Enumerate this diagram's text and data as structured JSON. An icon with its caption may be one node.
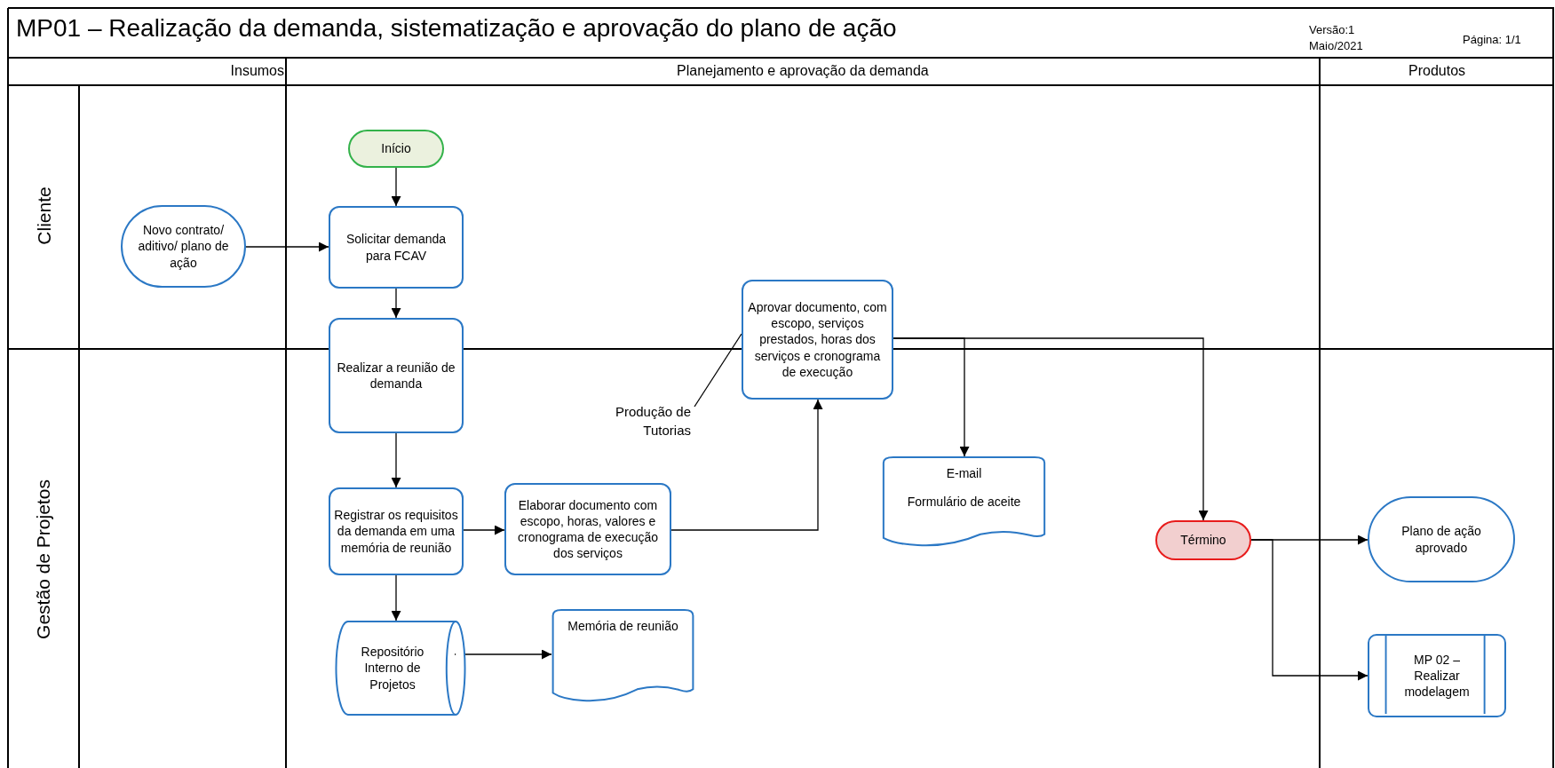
{
  "diagram": {
    "title": "MP01 – Realização da demanda, sistematização e aprovação do plano de ação",
    "nodes": [
      {
        "text": [
          "Início"
        ]
      },
      {
        "text": [
          "Novo contrato/ aditivo/ plano de ação"
        ]
      },
      {
        "text": [
          "Solicitar demanda para FCAV"
        ]
      },
      {
        "text": [
          "Realizar a reunião de demanda"
        ]
      },
      {
        "text": [
          "Aprovar documento, com escopo, serviços prestados, horas dos serviços e cronograma de execução"
        ]
      },
      {
        "text": [
          "Produção de Tutorias"
        ]
      },
      {
        "text": [
          "Registrar os requisitos da demanda em uma memória de reunião"
        ]
      },
      {
        "text": [
          "Elaborar documento com escopo, horas, valores e cronograma de execução dos serviços"
        ]
      },
      {
        "text": [
          "E-mail",
          "Formulário  de aceite"
        ]
      },
      {
        "text": [
          "Término"
        ]
      },
      {
        "text": [
          "Repositório Interno de Projetos"
        ]
      },
      {
        "text": [
          "Memória de reunião"
        ]
      },
      {
        "text": [
          "Plano de ação aprovado"
        ]
      },
      {
        "text": [
          "MP 02 – Realizar modelagem"
        ]
      }
    ],
    "edges": [
      {
        "from": 0,
        "to": 2,
        "arrow": "to"
      },
      {
        "from": 1,
        "to": 2,
        "arrow": "to"
      },
      {
        "from": 2,
        "to": 3,
        "arrow": "to"
      },
      {
        "from": 3,
        "to": 6,
        "arrow": "to"
      },
      {
        "from": 6,
        "to": 7,
        "arrow": "to"
      },
      {
        "from": 6,
        "to": 10,
        "arrow": "to"
      },
      {
        "from": 10,
        "to": 11,
        "arrow": "to"
      },
      {
        "from": 7,
        "to": 4,
        "arrow": "to"
      },
      {
        "from": 4,
        "to": 8,
        "arrow": "to"
      },
      {
        "from": 4,
        "to": 9,
        "arrow": "to"
      },
      {
        "from": 9,
        "to": 12,
        "arrow": "to"
      },
      {
        "from": 9,
        "to": 13,
        "arrow": "to"
      },
      {
        "from": 5,
        "to": 4,
        "arrow": "none"
      }
    ],
    "labels": [
      "Versão:1",
      "Maio/2021",
      "Página: 1/1",
      "Insumos",
      "Planejamento e aprovação da demanda",
      "Produtos",
      "Cliente",
      "Gestão de Projetos"
    ]
  }
}
